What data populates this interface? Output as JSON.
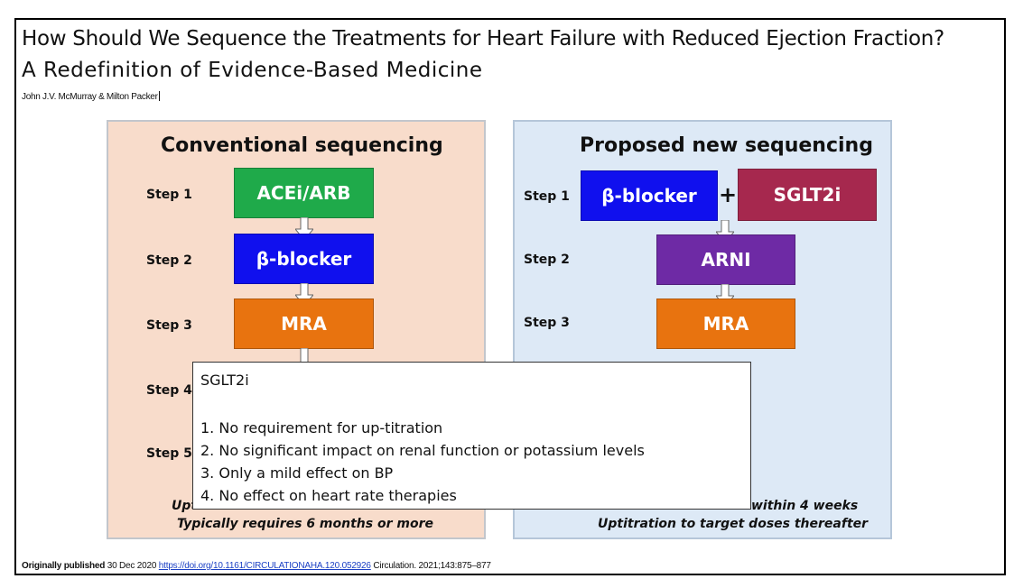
{
  "header": {
    "title": "How Should We Sequence the Treatments for Heart Failure with Reduced Ejection Fraction?",
    "subtitle": "A Redefinition of Evidence-Based Medicine",
    "authors": "John J.V. McMurray & Milton Packer"
  },
  "left_panel": {
    "title": "Conventional sequencing",
    "steps": [
      "Step 1",
      "Step 2",
      "Step 3",
      "Step 4",
      "Step 5"
    ],
    "boxes": [
      {
        "label": "ACEi/ARB",
        "color": "#1faa4a"
      },
      {
        "label": "β-blocker",
        "color": "#1010ee"
      },
      {
        "label": "MRA",
        "color": "#e8730f"
      }
    ],
    "footer": [
      "Upti",
      "Typically requires 6 months or more"
    ]
  },
  "right_panel": {
    "title": "Proposed new sequencing",
    "steps": [
      "Step 1",
      "Step 2",
      "Step 3"
    ],
    "boxes": [
      {
        "label": "β-blocker",
        "color": "#1010ee"
      },
      {
        "label": "SGLT2i",
        "color": "#a6284e"
      },
      {
        "label": "ARNI",
        "color": "#6e2aa5"
      },
      {
        "label": "MRA",
        "color": "#e8730f"
      }
    ],
    "plus": "+",
    "footer": [
      "within 4 weeks",
      "Uptitration to target doses thereafter"
    ]
  },
  "popup": {
    "title": "SGLT2i",
    "items": [
      "1. No requirement for up-titration",
      "2. No significant impact on renal function or potassium levels",
      "3. Only a mild effect on BP",
      "4. No effect on heart rate therapies"
    ]
  },
  "source": {
    "label": "Originally published",
    "date": " 30 Dec 2020 ",
    "link": "https://doi.org/10.1161/CIRCULATIONAHA.120.052926",
    "citation": " Circulation. 2021;143:875–877"
  }
}
